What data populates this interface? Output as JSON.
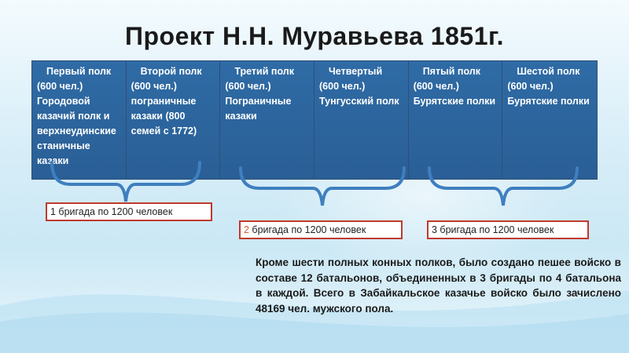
{
  "title": "Проект Н.Н. Муравьева 1851г.",
  "regiments": [
    {
      "head": "Первый полк",
      "size": "(600 чел.)",
      "name": "Городовой казачий полк и верхнеудинские станичные казаки"
    },
    {
      "head": "Второй полк",
      "size": "(600 чел.)",
      "name": "пограничные казаки (800 семей с 1772)"
    },
    {
      "head": "Третий полк",
      "size": "(600 чел.)",
      "name": "Пограничные казаки"
    },
    {
      "head": "Четвертый",
      "size": "(600 чел.)",
      "name": "Тунгусский полк"
    },
    {
      "head": "Пятый полк",
      "size": "(600 чел.)",
      "name": "Бурятские полки"
    },
    {
      "head": "Шестой полк",
      "size": "(600 чел.)",
      "name": "Бурятские полки"
    }
  ],
  "brigades": [
    {
      "num": "1",
      "text": " бригада по 1200 человек"
    },
    {
      "num": "2",
      "text": " бригада по 1200 человек"
    },
    {
      "num": "3",
      "text": " бригада по 1200 человек"
    }
  ],
  "paragraph": "Кроме шести полных конных полков, было создано пешее войско в составе 12 батальонов, объединенных в 3 бригады по 4 батальона в каждой. Всего в Забайкальское казачье войско было зачислено 48169 чел. мужского пола.",
  "colors": {
    "table_bg": "#2f6ba5",
    "box_border": "#c0392b",
    "brace": "#3f7fbf"
  }
}
